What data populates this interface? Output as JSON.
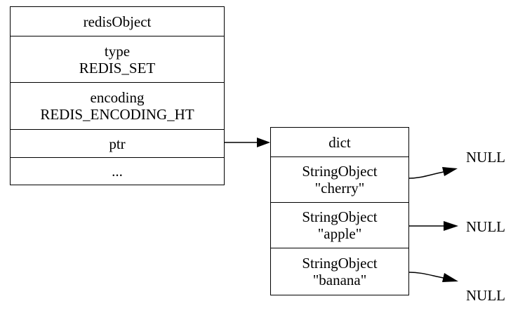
{
  "redis_object": {
    "title": "redisObject",
    "type_label": "type",
    "type_value": "REDIS_SET",
    "encoding_label": "encoding",
    "encoding_value": "REDIS_ENCODING_HT",
    "ptr_label": "ptr",
    "ellipsis": "..."
  },
  "dict": {
    "title": "dict",
    "entries": [
      {
        "type": "StringObject",
        "value": "\"cherry\"",
        "points_to": "NULL"
      },
      {
        "type": "StringObject",
        "value": "\"apple\"",
        "points_to": "NULL"
      },
      {
        "type": "StringObject",
        "value": "\"banana\"",
        "points_to": "NULL"
      }
    ]
  }
}
